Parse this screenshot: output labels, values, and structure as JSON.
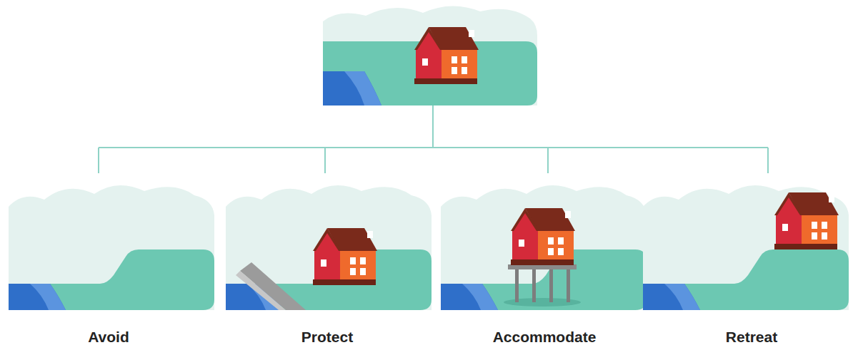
{
  "diagram": {
    "nodes": [
      {
        "text": [
          "Avoid"
        ]
      },
      {
        "text": [
          "Protect"
        ]
      },
      {
        "text": [
          "Accommodate"
        ]
      },
      {
        "text": [
          "Retreat"
        ]
      }
    ]
  }
}
